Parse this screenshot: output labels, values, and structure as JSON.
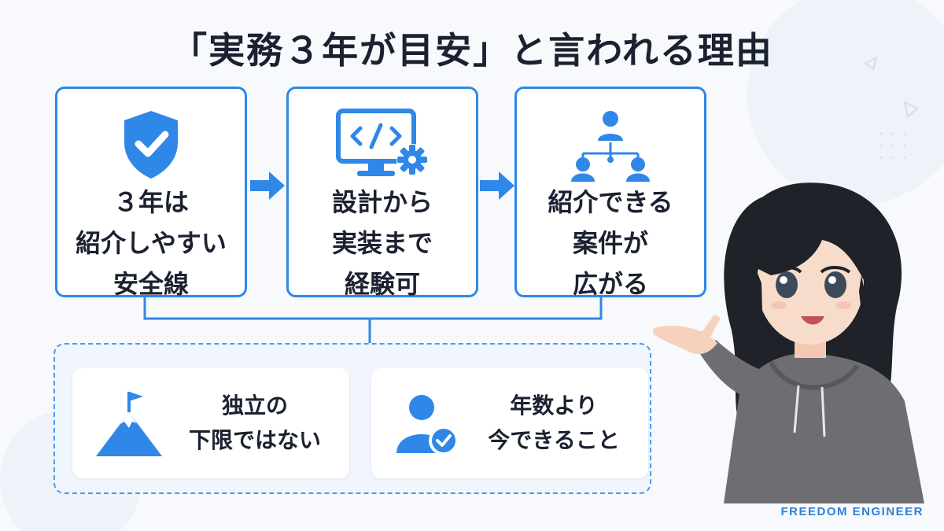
{
  "title": "「実務３年が目安」と言われる理由",
  "cards": [
    {
      "icon": "shield-check-icon",
      "lines": [
        "３年は",
        "紹介しやすい",
        "安全線"
      ]
    },
    {
      "icon": "code-monitor-gear-icon",
      "lines": [
        "設計から",
        "実装まで",
        "経験可"
      ]
    },
    {
      "icon": "network-people-icon",
      "lines": [
        "紹介できる",
        "案件が",
        "広がる"
      ]
    }
  ],
  "bottom_items": [
    {
      "icon": "mountain-flag-icon",
      "lines": [
        "独立の",
        "下限ではない"
      ]
    },
    {
      "icon": "user-check-icon",
      "lines": [
        "年数より",
        "今できること"
      ]
    }
  ],
  "brand": "FREEDOM ENGINEER",
  "colors": {
    "accent": "#2f87e8",
    "text": "#1b2130",
    "background": "#f7f9fc",
    "dashed_border": "#4b9af0"
  }
}
